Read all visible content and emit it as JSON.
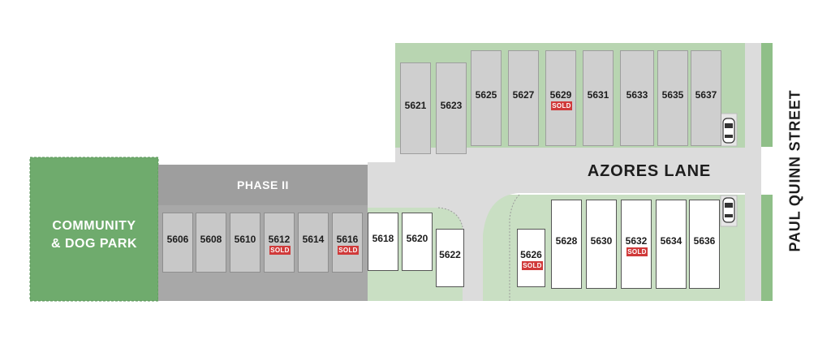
{
  "map": {
    "street_main": "AZORES LANE",
    "street_side": "PAUL QUINN STREET",
    "park_line1": "COMMUNITY",
    "park_line2": "& DOG PARK",
    "phase_label": "PHASE II",
    "sold_label": "SOLD",
    "colors": {
      "park_green": "#6fab6d",
      "lawn_green": "#c9dfc3",
      "grass_green": "#9cc694",
      "road_gray": "#dcdcdc",
      "phase_gray": "#a8a8a8",
      "lot_gray": "#cfcfcf",
      "lot_white": "#ffffff",
      "sold_red": "#d03a3a"
    }
  },
  "lots_north": [
    {
      "number": "5621",
      "sold": false
    },
    {
      "number": "5623",
      "sold": false
    },
    {
      "number": "5625",
      "sold": false
    },
    {
      "number": "5627",
      "sold": false
    },
    {
      "number": "5629",
      "sold": true
    },
    {
      "number": "5631",
      "sold": false
    },
    {
      "number": "5633",
      "sold": false
    },
    {
      "number": "5635",
      "sold": false
    },
    {
      "number": "5637",
      "sold": false
    }
  ],
  "lots_phase2": [
    {
      "number": "5606",
      "sold": false
    },
    {
      "number": "5608",
      "sold": false
    },
    {
      "number": "5610",
      "sold": false
    },
    {
      "number": "5612",
      "sold": true
    },
    {
      "number": "5614",
      "sold": false
    },
    {
      "number": "5616",
      "sold": true
    }
  ],
  "lots_south": [
    {
      "number": "5618",
      "sold": false
    },
    {
      "number": "5620",
      "sold": false
    },
    {
      "number": "5622",
      "sold": false
    },
    {
      "number": "5626",
      "sold": true
    },
    {
      "number": "5628",
      "sold": false
    },
    {
      "number": "5630",
      "sold": false
    },
    {
      "number": "5632",
      "sold": true
    },
    {
      "number": "5634",
      "sold": false
    },
    {
      "number": "5636",
      "sold": false
    }
  ]
}
